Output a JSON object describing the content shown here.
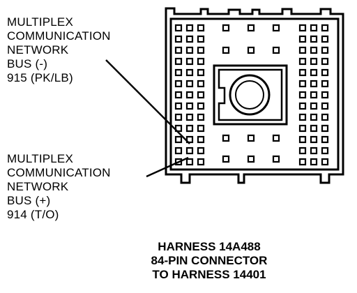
{
  "labels": {
    "bus_minus": {
      "line1": "MULTIPLEX",
      "line2": "COMMUNICATION",
      "line3": "NETWORK",
      "line4": "BUS (-)",
      "line5": "915 (PK/LB)"
    },
    "bus_plus": {
      "line1": "MULTIPLEX",
      "line2": "COMMUNICATION",
      "line3": "NETWORK",
      "line4": "BUS (+)",
      "line5": "914 (T/O)"
    }
  },
  "caption": {
    "line1": "HARNESS 14A488",
    "line2": "84-PIN CONNECTOR",
    "line3": "TO HARNESS 14401"
  },
  "colors": {
    "ink": "#000000",
    "paper": "#ffffff"
  }
}
